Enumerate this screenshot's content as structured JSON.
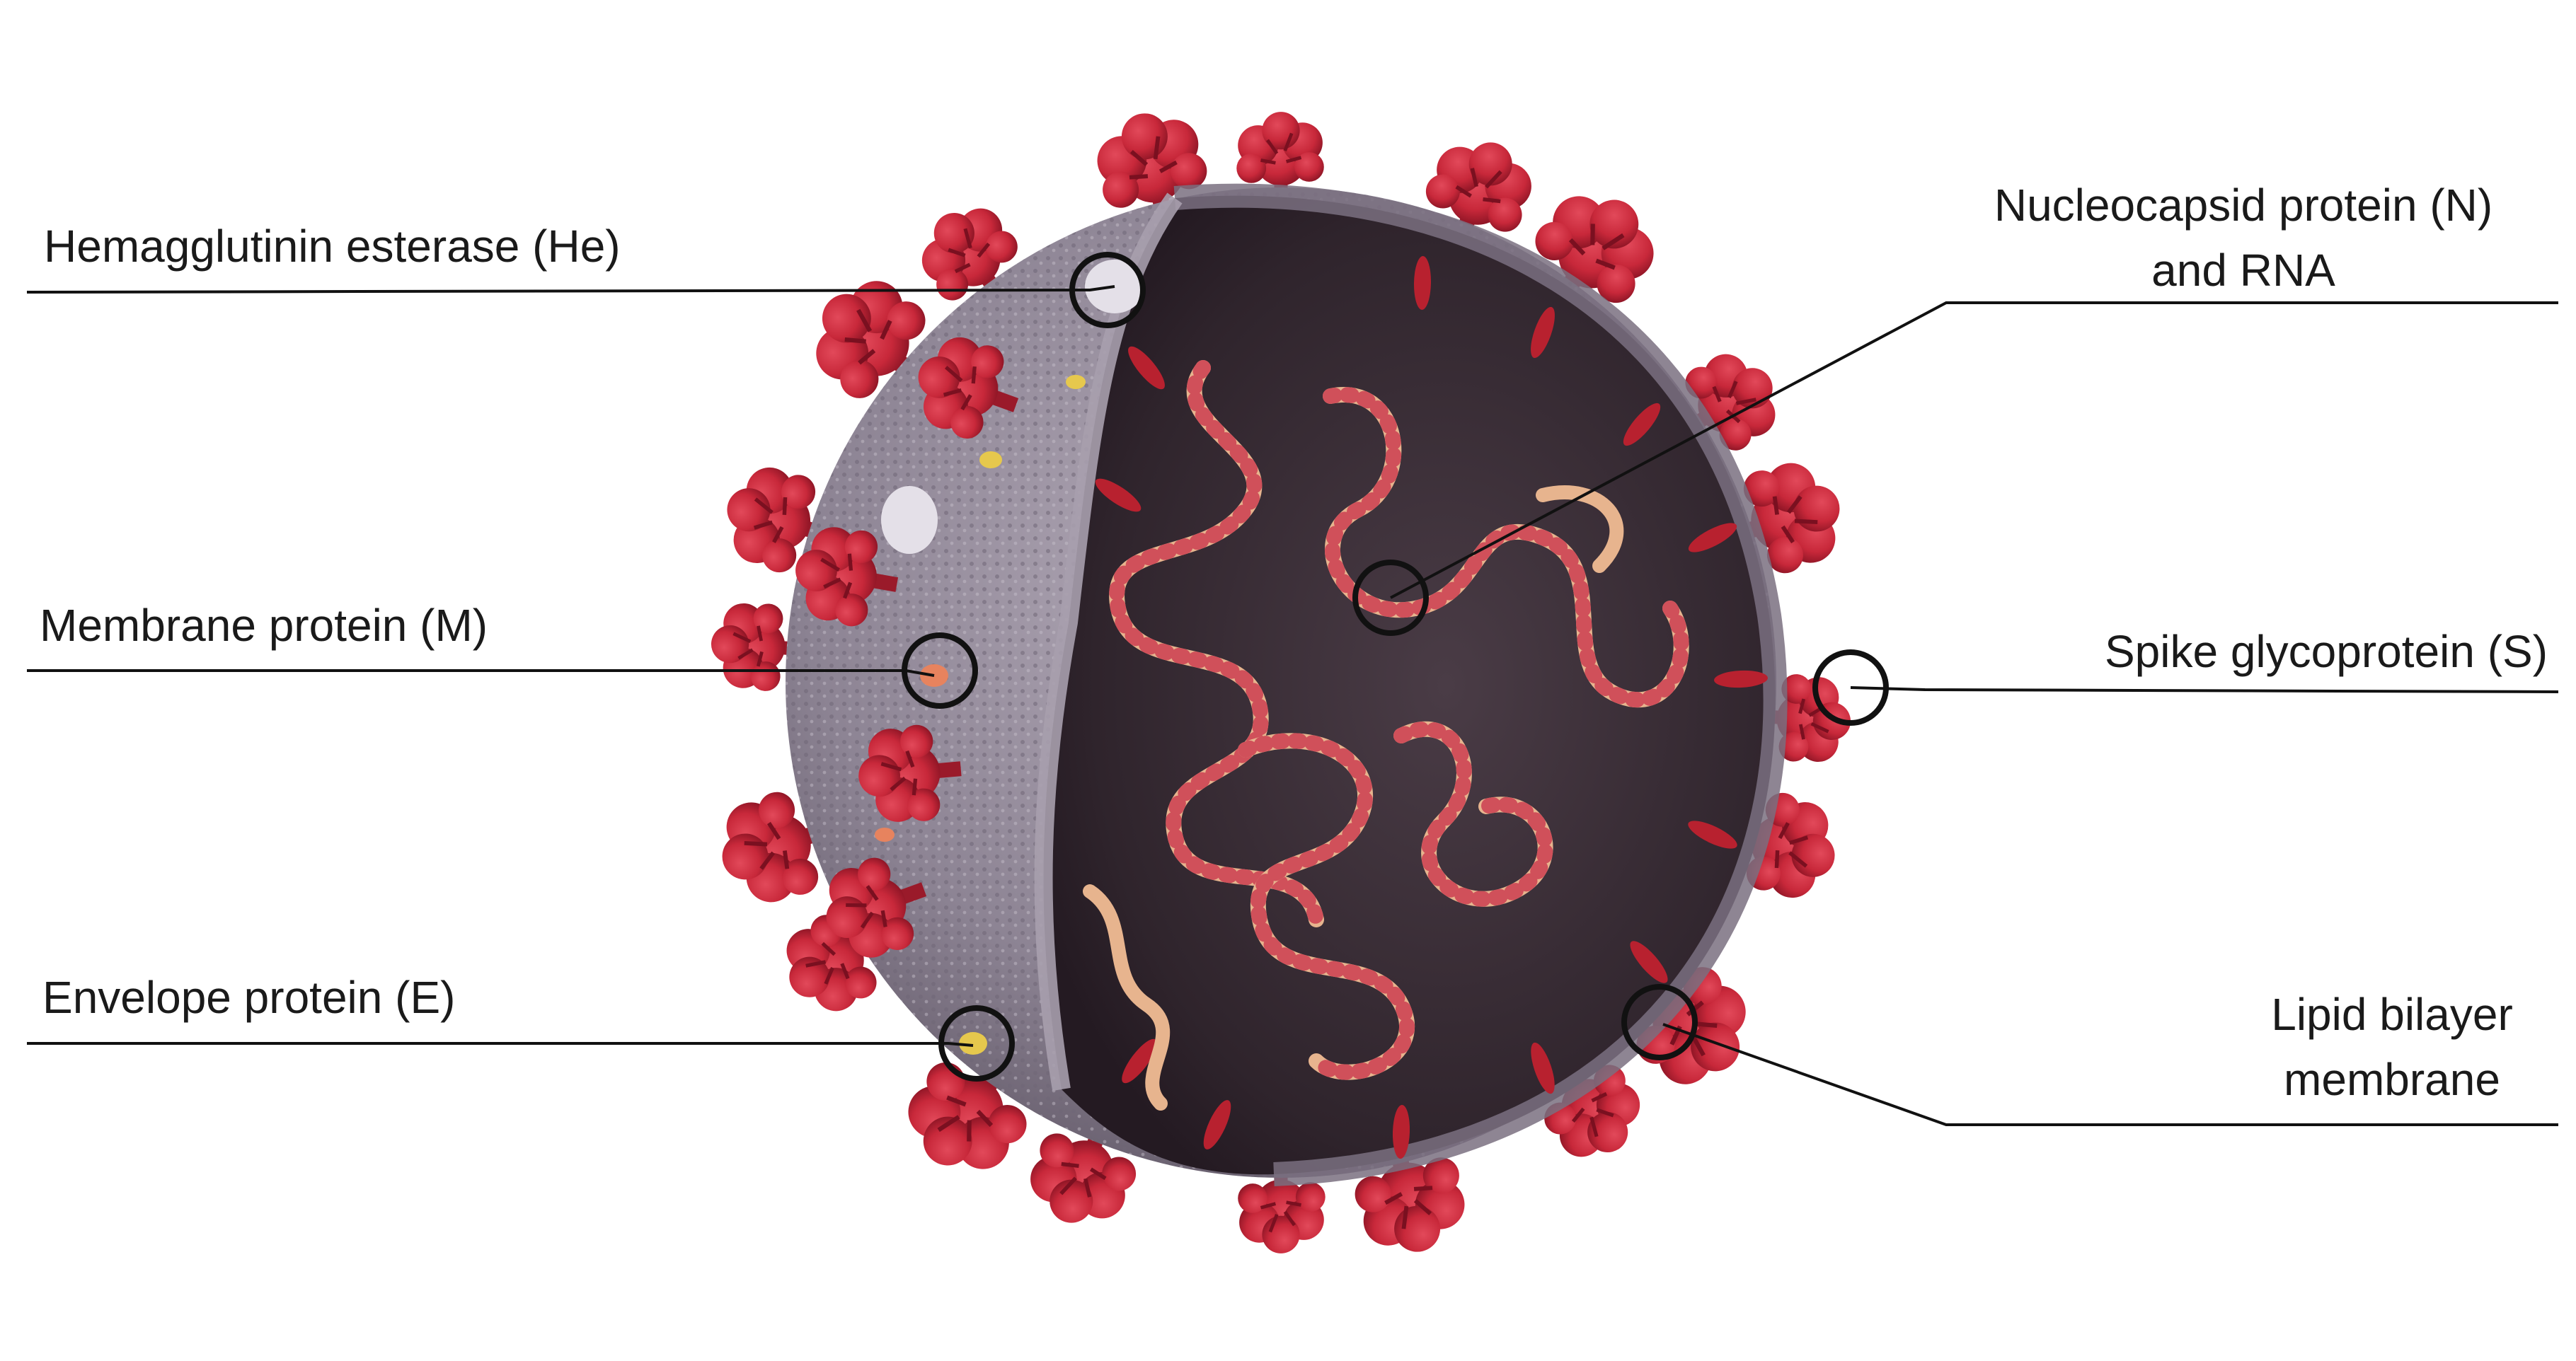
{
  "labels": {
    "hemagglutinin": "Hemagglutinin esterase (He)",
    "membrane_protein": "Membrane protein (M)",
    "envelope_protein": "Envelope protein (E)",
    "nucleocapsid_line1": "Nucleocapsid protein (N)",
    "nucleocapsid_line2": "and RNA",
    "spike": "Spike glycoprotein (S)",
    "lipid_line1": "Lipid bilayer",
    "lipid_line2": "membrane"
  },
  "colors": {
    "spike_red": "#c8283a",
    "spike_dark": "#8a1424",
    "envelope_gray": "#8d8494",
    "interior_dark": "#3a2e38",
    "rna_strand": "#e7b48e",
    "rna_accent": "#d0505a",
    "leader_line": "#111111"
  },
  "icons": [
    "virion-illustration",
    "callout-circle"
  ]
}
